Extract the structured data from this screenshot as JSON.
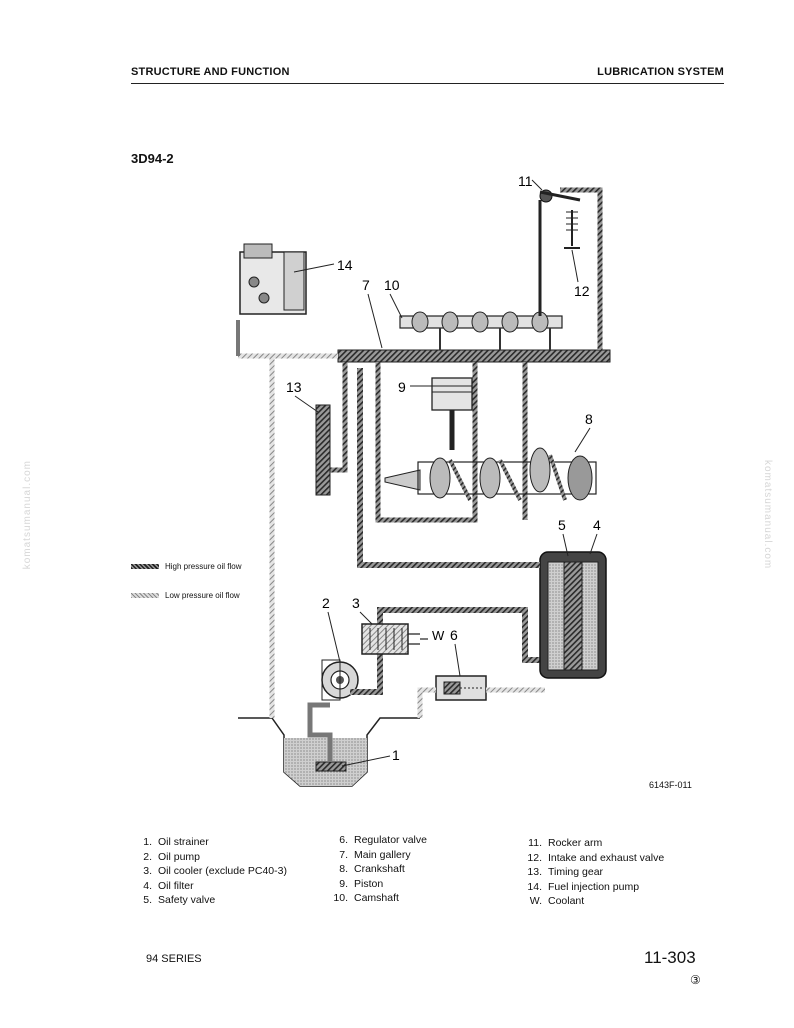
{
  "header": {
    "left": "STRUCTURE AND FUNCTION",
    "right": "LUBRICATION SYSTEM"
  },
  "model": "3D94-2",
  "watermark": "komatsumanual.com",
  "legend": {
    "high": "High pressure oil flow",
    "low": "Low pressure oil flow"
  },
  "figure_id": "6143F-011",
  "callouts": [
    "1",
    "2",
    "3",
    "4",
    "5",
    "6",
    "7",
    "8",
    "9",
    "10",
    "11",
    "12",
    "13",
    "14",
    "W"
  ],
  "parts_col1": [
    {
      "num": "1.",
      "label": "Oil strainer"
    },
    {
      "num": "2.",
      "label": "Oil pump"
    },
    {
      "num": "3.",
      "label": "Oil cooler (exclude PC40-3)"
    },
    {
      "num": "4.",
      "label": "Oil filter"
    },
    {
      "num": "5.",
      "label": "Safety valve"
    }
  ],
  "parts_col2": [
    {
      "num": "6.",
      "label": "Regulator valve"
    },
    {
      "num": "7.",
      "label": "Main gallery"
    },
    {
      "num": "8.",
      "label": "Crankshaft"
    },
    {
      "num": "9.",
      "label": "Piston"
    },
    {
      "num": "10.",
      "label": "Camshaft"
    }
  ],
  "parts_col3": [
    {
      "num": "11.",
      "label": "Rocker arm"
    },
    {
      "num": "12.",
      "label": "Intake and exhaust valve"
    },
    {
      "num": "13.",
      "label": "Timing gear"
    },
    {
      "num": "14.",
      "label": "Fuel injection pump"
    },
    {
      "num": "W.",
      "label": "Coolant"
    }
  ],
  "footer": {
    "series": "94 SERIES",
    "page": "11-303",
    "revision": "③"
  }
}
